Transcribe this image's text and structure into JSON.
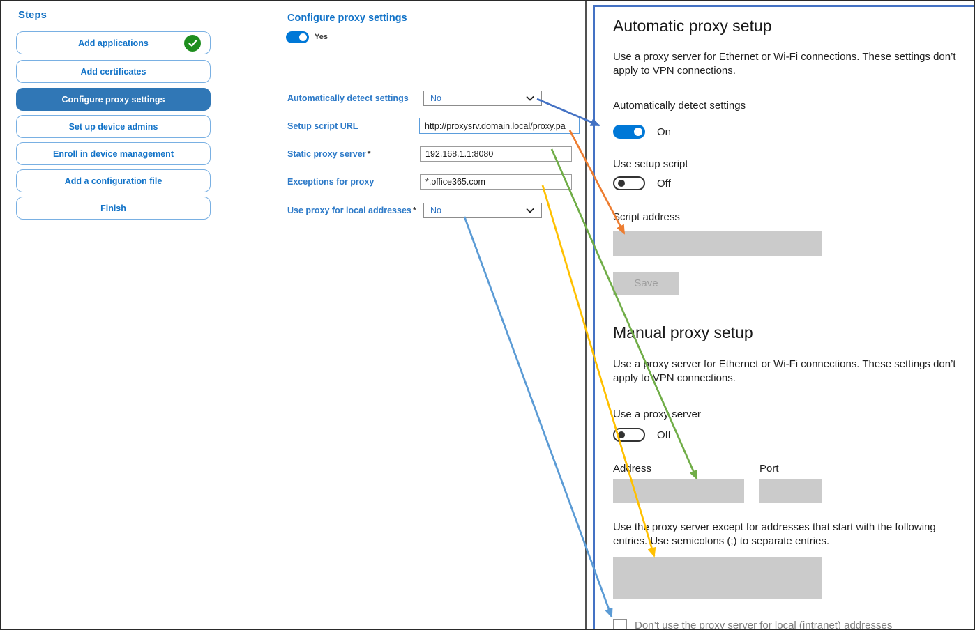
{
  "colors": {
    "accent_blue": "#0078d7",
    "sidebar_text_blue": "#1273c8",
    "sidebar_selected_bg": "#3077b6",
    "sidebar_border_blue": "#79b0e3",
    "form_label_blue": "#2d7ac8",
    "check_green": "#1e8e1e",
    "frame_blue": "#4472c4",
    "disabled_gray": "#cbcbcb"
  },
  "sidebar": {
    "title": "Steps",
    "items": [
      {
        "label": "Add applications",
        "completed": true,
        "selected": false
      },
      {
        "label": "Add certificates",
        "completed": false,
        "selected": false
      },
      {
        "label": "Configure proxy settings",
        "completed": false,
        "selected": true
      },
      {
        "label": "Set up device admins",
        "completed": false,
        "selected": false
      },
      {
        "label": "Enroll in device management",
        "completed": false,
        "selected": false
      },
      {
        "label": "Add a configuration file",
        "completed": false,
        "selected": false
      },
      {
        "label": "Finish",
        "completed": false,
        "selected": false
      }
    ]
  },
  "form": {
    "title": "Configure proxy settings",
    "enabled_toggle": {
      "state": "on",
      "label": "Yes"
    },
    "rows": [
      {
        "label": "Automatically detect settings",
        "required": "",
        "control": "select",
        "value": "No"
      },
      {
        "label": "Setup script URL",
        "required": "",
        "control": "text",
        "value": "http://proxysrv.domain.local/proxy.pa"
      },
      {
        "label": "Static proxy server",
        "required": "*",
        "control": "text",
        "value": "192.168.1.1:8080"
      },
      {
        "label": "Exceptions for proxy",
        "required": "",
        "control": "text",
        "value": "*.office365.com"
      },
      {
        "label": "Use proxy for local addresses",
        "required": "*",
        "control": "select",
        "value": "No"
      }
    ]
  },
  "settings_panel": {
    "automatic": {
      "heading": "Automatic proxy setup",
      "description": "Use a proxy server for Ethernet or Wi-Fi connections. These settings don’t apply to VPN connections.",
      "detect_label": "Automatically detect settings",
      "detect_state": "On",
      "script_toggle_label": "Use setup script",
      "script_toggle_state": "Off",
      "script_address_label": "Script address",
      "script_address_value": "",
      "save_button": "Save"
    },
    "manual": {
      "heading": "Manual proxy setup",
      "description": "Use a proxy server for Ethernet or Wi-Fi connections. These settings don’t apply to VPN connections.",
      "proxy_toggle_label": "Use a proxy server",
      "proxy_toggle_state": "Off",
      "address_label": "Address",
      "address_value": "",
      "port_label": "Port",
      "port_value": "",
      "exceptions_text": "Use the proxy server except for addresses that start with the following entries. Use semicolons (;) to separate entries.",
      "exceptions_value": "",
      "local_checkbox_label": "Don’t use the proxy server for local (intranet) addresses",
      "local_checkbox_checked": false
    }
  },
  "annotations": {
    "arrows": [
      {
        "color": "#4472c4",
        "from": "Automatically detect settings dropdown",
        "to": "Automatically detect settings toggle"
      },
      {
        "color": "#ed7d31",
        "from": "Setup script URL field",
        "to": "Script address box"
      },
      {
        "color": "#70ad47",
        "from": "Static proxy server field",
        "to": "Address box"
      },
      {
        "color": "#ffc000",
        "from": "Exceptions for proxy field",
        "to": "Exceptions entries box"
      },
      {
        "color": "#5b9bd5",
        "from": "Use proxy for local addresses dropdown",
        "to": "Local intranet addresses checkbox"
      }
    ]
  }
}
